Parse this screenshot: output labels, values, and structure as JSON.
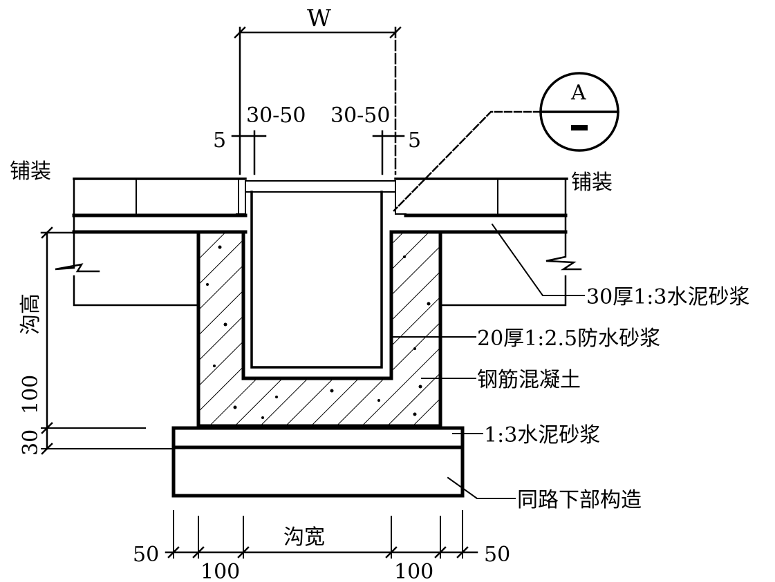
{
  "labels": {
    "width_top": "W",
    "gap_left": "30-50",
    "gap_right": "30-50",
    "five_left": "5",
    "five_right": "5",
    "paving_left": "铺装",
    "paving_right": "铺装",
    "detail_letter": "A",
    "detail_sheet": "—",
    "trench_height": "沟高",
    "base_dim_100": "100",
    "base_dim_30": "30",
    "mortar_30": "30厚1:3水泥砂浆",
    "waterproof_mortar": "20厚1:2.5防水砂浆",
    "reinforced_concrete": "钢筋混凝土",
    "mortar_13": "1:3水泥砂浆",
    "road_base": "同路下部构造",
    "trench_width": "沟宽",
    "bottom_50_left": "50",
    "bottom_50_right": "50",
    "bottom_100_left": "100",
    "bottom_100_right": "100"
  },
  "colors": {
    "ink": "#000000",
    "paper": "#ffffff"
  }
}
